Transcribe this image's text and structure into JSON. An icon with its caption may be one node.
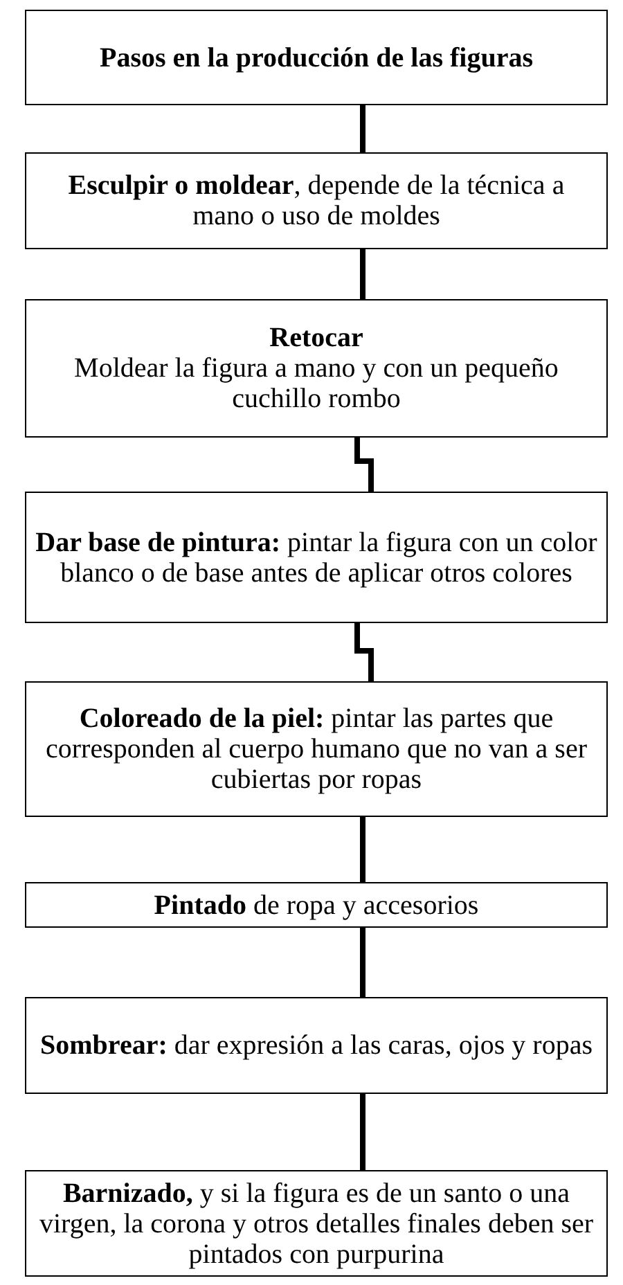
{
  "diagram": {
    "nodes": [
      {
        "text": [
          "Pasos en la producción de las figuras"
        ]
      },
      {
        "text": [
          "**Esculpir o moldear**, depende de la técnica a mano o uso de moldes"
        ]
      },
      {
        "text": [
          "Retocar",
          "Moldear la figura a mano y con un pequeño cuchillo rombo"
        ]
      },
      {
        "text": [
          "**Dar base de pintura:** pintar la figura con un color blanco o de base antes de aplicar otros colores"
        ]
      },
      {
        "text": [
          "**Coloreado de la piel:** pintar las partes que corresponden al cuerpo humano que no van a ser cubiertas por ropas"
        ]
      },
      {
        "text": [
          "**Pintado** de ropa y accesorios"
        ]
      },
      {
        "text": [
          "**Sombrear:** dar expresión a las caras, ojos y ropas"
        ]
      },
      {
        "text": [
          "**Barnizado,** y si la figura es de un santo o una virgen, la corona y otros detalles finales deben ser pintados con purpurina"
        ]
      }
    ],
    "edges": [
      {
        "from": 0,
        "to": 1,
        "arrow": "none"
      },
      {
        "from": 1,
        "to": 2,
        "arrow": "none"
      },
      {
        "from": 2,
        "to": 3,
        "arrow": "none"
      },
      {
        "from": 3,
        "to": 4,
        "arrow": "none"
      },
      {
        "from": 4,
        "to": 5,
        "arrow": "none"
      },
      {
        "from": 5,
        "to": 6,
        "arrow": "none"
      },
      {
        "from": 6,
        "to": 7,
        "arrow": "none"
      }
    ]
  }
}
